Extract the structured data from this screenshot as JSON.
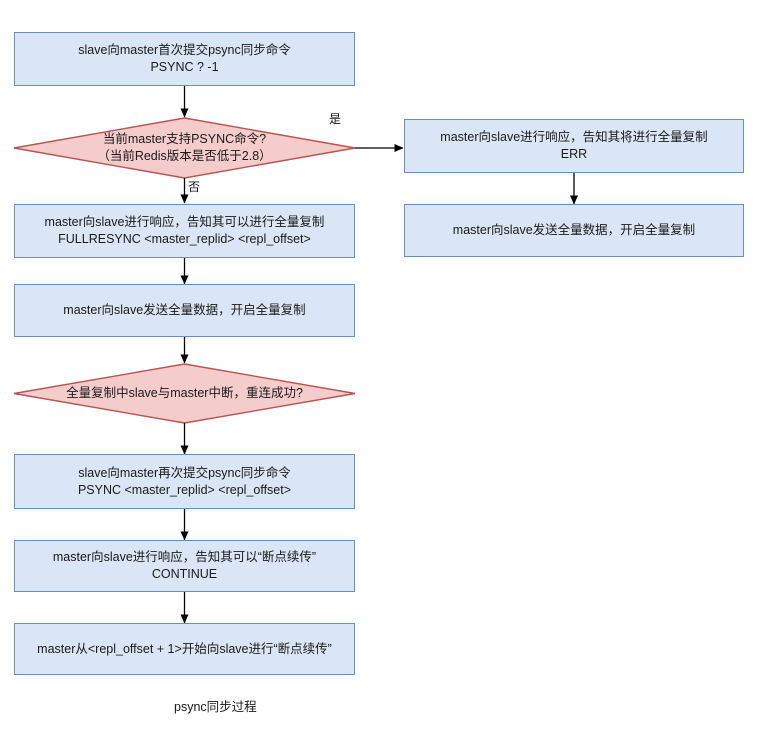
{
  "diagram": {
    "caption": "psync同步过程",
    "colors": {
      "process_fill": "#dae5f5",
      "process_stroke": "#6c8ebf",
      "decision_fill": "#f5cccc",
      "decision_stroke": "#b85450",
      "edge_stroke": "#000000",
      "text": "#1a1a1a",
      "background": "#ffffff"
    },
    "nodes": [
      {
        "id": "n1",
        "shape": "process",
        "text": "slave向master首次提交psync同步命令\nPSYNC ?  -1"
      },
      {
        "id": "n2",
        "shape": "decision",
        "text": "当前master支持PSYNC命令?\n（当前Redis版本是否低于2.8）"
      },
      {
        "id": "n3",
        "shape": "process",
        "text": "master向slave进行响应，告知其将进行全量复制\nERR"
      },
      {
        "id": "n4",
        "shape": "process",
        "text": "master向slave发送全量数据，开启全量复制"
      },
      {
        "id": "n5",
        "shape": "process",
        "text": "master向slave进行响应，告知其可以进行全量复制\nFULLRESYNC <master_replid> <repl_offset>"
      },
      {
        "id": "n6",
        "shape": "process",
        "text": "master向slave发送全量数据，开启全量复制"
      },
      {
        "id": "n7",
        "shape": "decision",
        "text": "全量复制中slave与master中断，重连成功?"
      },
      {
        "id": "n8",
        "shape": "process",
        "text": "slave向master再次提交psync同步命令\nPSYNC <master_replid> <repl_offset>"
      },
      {
        "id": "n9",
        "shape": "process",
        "text": "master向slave进行响应，告知其可以“断点续传”\nCONTINUE"
      },
      {
        "id": "n10",
        "shape": "process",
        "text": "master从<repl_offset + 1>开始向slave进行“断点续传”"
      }
    ],
    "edge_labels": {
      "yes": "是",
      "no": "否"
    }
  }
}
